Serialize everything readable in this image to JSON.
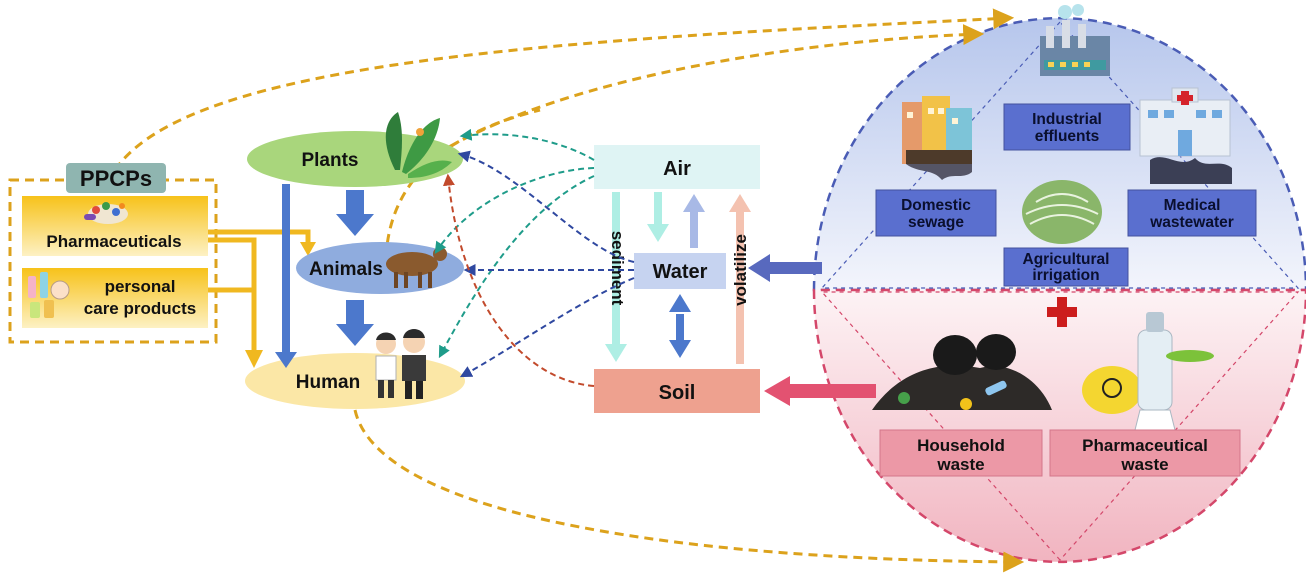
{
  "ppcps": {
    "title": "PPCPs",
    "pharmaceuticals": "Pharmaceuticals",
    "personal_care_line1": "personal",
    "personal_care_line2": "care products"
  },
  "organisms": {
    "plants": "Plants",
    "animals": "Animals",
    "human": "Human"
  },
  "media": {
    "air": "Air",
    "water": "Water",
    "soil": "Soil",
    "sediment": "sediment",
    "volatilize": "volatilize"
  },
  "sources_water": {
    "industrial_line1": "Industrial",
    "industrial_line2": "effluents",
    "domestic_line1": "Domestic",
    "domestic_line2": "sewage",
    "medical_line1": "Medical",
    "medical_line2": "wastewater",
    "agricultural_line1": "Agricultural",
    "agricultural_line2": "irrigation"
  },
  "sources_soil": {
    "household_line1": "Household",
    "household_line2": "waste",
    "pharma_line1": "Pharmaceutical",
    "pharma_line2": "waste"
  },
  "colors": {
    "gold_dash": "#dca21c",
    "blue_dash": "#2f48a0",
    "teal_dash": "#1f9c8a",
    "red_dash": "#c24a2c",
    "blue_arrow": "#4c78cc",
    "air_box": "#dff4f4",
    "water_box": "#c6d3f0",
    "soil_box": "#eea18f",
    "plants_ellipse": "#a9d67c",
    "animals_ellipse": "#8facde",
    "human_ellipse": "#fbe7a6",
    "source_label_blue": "#5a6fcf",
    "source_label_pink": "#ec98a6"
  }
}
